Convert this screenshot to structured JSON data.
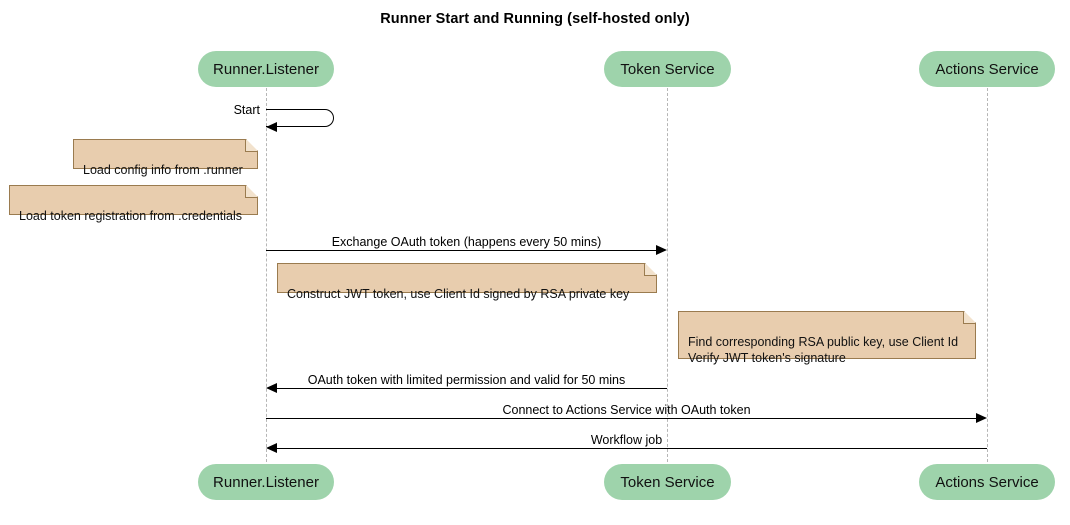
{
  "diagram": {
    "type": "sequence-diagram",
    "title": "Runner Start and Running (self-hosted only)",
    "colors": {
      "participant_fill": "#9ed3ab",
      "note_fill": "#e8cdae",
      "note_border": "#9a7b4f",
      "lifeline": "#b6b6b6",
      "arrow": "#000000",
      "background": "#ffffff"
    },
    "participants": [
      {
        "id": "runner",
        "label": "Runner.Listener"
      },
      {
        "id": "token",
        "label": "Token Service"
      },
      {
        "id": "actions",
        "label": "Actions Service"
      }
    ],
    "participants_bottom": [
      {
        "id": "runner",
        "label": "Runner.Listener"
      },
      {
        "id": "token",
        "label": "Token Service"
      },
      {
        "id": "actions",
        "label": "Actions Service"
      }
    ],
    "messages": [
      {
        "id": "m1",
        "label": "Start",
        "from": "runner",
        "to": "runner",
        "kind": "self"
      },
      {
        "id": "m2",
        "label": "Exchange OAuth token (happens every 50 mins)",
        "from": "runner",
        "to": "token",
        "direction": "right"
      },
      {
        "id": "m3",
        "label": "OAuth token with limited permission and valid for 50 mins",
        "from": "token",
        "to": "runner",
        "direction": "left"
      },
      {
        "id": "m4",
        "label": "Connect to Actions Service with OAuth token",
        "from": "runner",
        "to": "actions",
        "direction": "right"
      },
      {
        "id": "m5",
        "label": "Workflow job",
        "from": "actions",
        "to": "runner",
        "direction": "left"
      }
    ],
    "notes": [
      {
        "id": "n1",
        "text": "Load config info from .runner",
        "over": "runner"
      },
      {
        "id": "n2",
        "text": "Load token registration from .credentials",
        "over": "runner"
      },
      {
        "id": "n3",
        "text": "Construct JWT token, use Client Id signed by RSA private key",
        "over": "runner"
      },
      {
        "id": "n4",
        "text": "Find corresponding RSA public key, use Client Id\nVerify JWT token's signature",
        "over": "token"
      }
    ]
  }
}
